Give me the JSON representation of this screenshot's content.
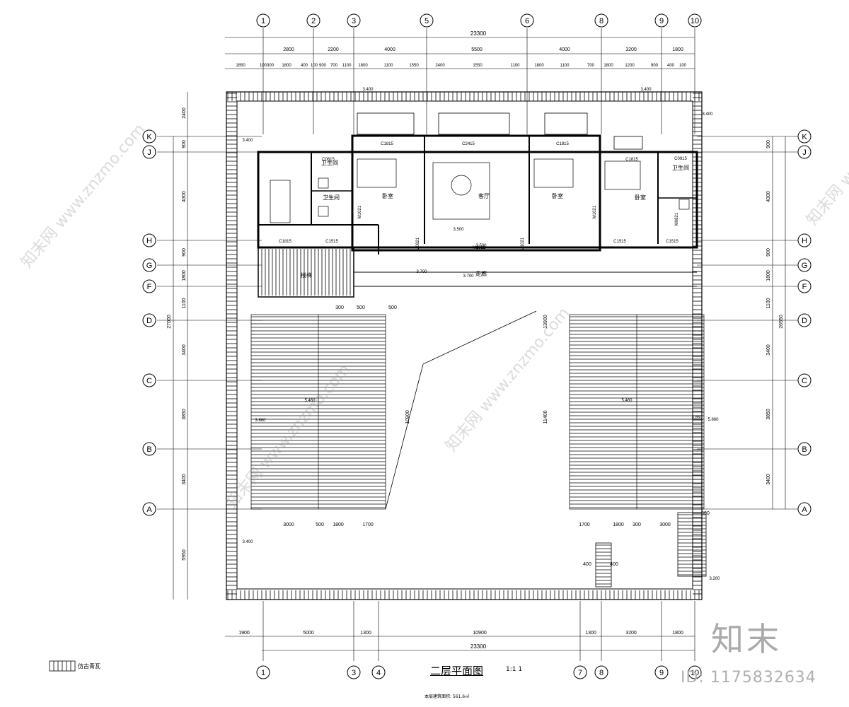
{
  "drawing": {
    "title": "二层平面图",
    "scale": "1:1 1",
    "area_note": "本层建筑面积: 561.6㎡",
    "legend_label": "仿古青瓦"
  },
  "watermark": {
    "logo": "知末",
    "id": "ID: 1175832634",
    "site": "www.znzmo.com",
    "site_cn": "知末网"
  },
  "axes": {
    "top": [
      "1",
      "2",
      "3",
      "5",
      "6",
      "8",
      "9",
      "10"
    ],
    "bottom": [
      "1",
      "3",
      "4",
      "7",
      "8",
      "9",
      "10"
    ],
    "left": [
      "K",
      "J",
      "H",
      "G",
      "F",
      "D",
      "C",
      "B",
      "A"
    ],
    "right": [
      "K",
      "J",
      "H",
      "G",
      "F",
      "D",
      "C",
      "B",
      "A"
    ]
  },
  "dimensions": {
    "top_total": "23300",
    "top_row1": [
      "2800",
      "2200",
      "4000",
      "5500",
      "4000",
      "3200",
      "1800"
    ],
    "top_row2": [
      "1850",
      "100",
      "300",
      "1800",
      "400",
      "100",
      "900",
      "700",
      "1100",
      "1800",
      "1100",
      "1550",
      "2400",
      "1550",
      "1100",
      "1800",
      "1100",
      "700",
      "1800",
      "1200",
      "900",
      "400",
      "100"
    ],
    "bottom_row": [
      "1900",
      "5000",
      "1300",
      "10900",
      "1300",
      "3200",
      "1800"
    ],
    "bottom_total": "23300",
    "left_col": [
      "2400",
      "900",
      "4300",
      "900",
      "1800",
      "1100",
      "3400",
      "3850",
      "3400",
      "5950"
    ],
    "left_total": "27000",
    "right_col": [
      "900",
      "4300",
      "900",
      "1800",
      "1100",
      "3400",
      "3850",
      "3400"
    ],
    "right_total": "26550",
    "courtyard": [
      "300",
      "500",
      "500",
      "3000",
      "500",
      "1800",
      "1700",
      "1700",
      "1800",
      "300",
      "3000",
      "500",
      "400",
      "400",
      "13900",
      "10900",
      "11400"
    ]
  },
  "rooms": {
    "bedroom1": "卧室",
    "living": "客厅",
    "bedroom2": "卧室",
    "bedroom3": "卧室",
    "bath1": "卫生间",
    "bath2": "卫生间",
    "bath3": "卫生间",
    "corridor": "走廊",
    "stair": "楼梯"
  },
  "windows": [
    "C1815",
    "C2415",
    "C1815",
    "C1815",
    "C0615",
    "C1515",
    "C1815",
    "C0915",
    "C1515",
    "C1515"
  ],
  "doors": [
    "M1021",
    "M0821",
    "M1021",
    "M1021",
    "M0821",
    "M1521"
  ],
  "elevations": [
    "3.400",
    "3.400",
    "3.400",
    "3.400",
    "3.400",
    "3.500",
    "3.500",
    "3.700",
    "3.700",
    "3.860",
    "3.860",
    "5.460",
    "5.460",
    "5.860",
    "3.200"
  ]
}
